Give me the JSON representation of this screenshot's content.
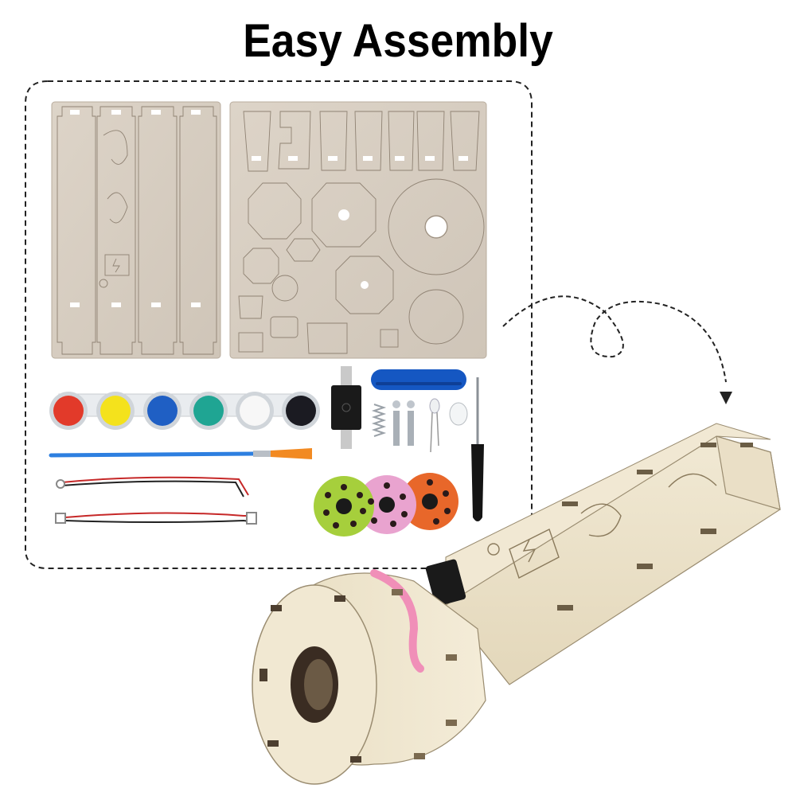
{
  "heading": {
    "title": "Easy Assembly"
  },
  "colors": {
    "plywood": "#d8cfc4",
    "plywood_light": "#ece3cf",
    "paint_red": "#e23a2a",
    "paint_yellow": "#f4e21c",
    "paint_blue": "#1f5fc4",
    "paint_teal": "#1fa593",
    "paint_white": "#f5f5f5",
    "paint_black": "#1b1b22",
    "disc_green": "#a6cf3c",
    "disc_pink": "#e9a3cf",
    "disc_orange": "#e8672a",
    "switch": "#1a1a1a",
    "band": "#f08fb8"
  },
  "parts_panel": {
    "wood_sheets": 2,
    "paint_pots": [
      "red",
      "yellow",
      "blue",
      "teal",
      "white",
      "black"
    ],
    "pattern_discs": [
      "green",
      "pink",
      "orange"
    ]
  }
}
